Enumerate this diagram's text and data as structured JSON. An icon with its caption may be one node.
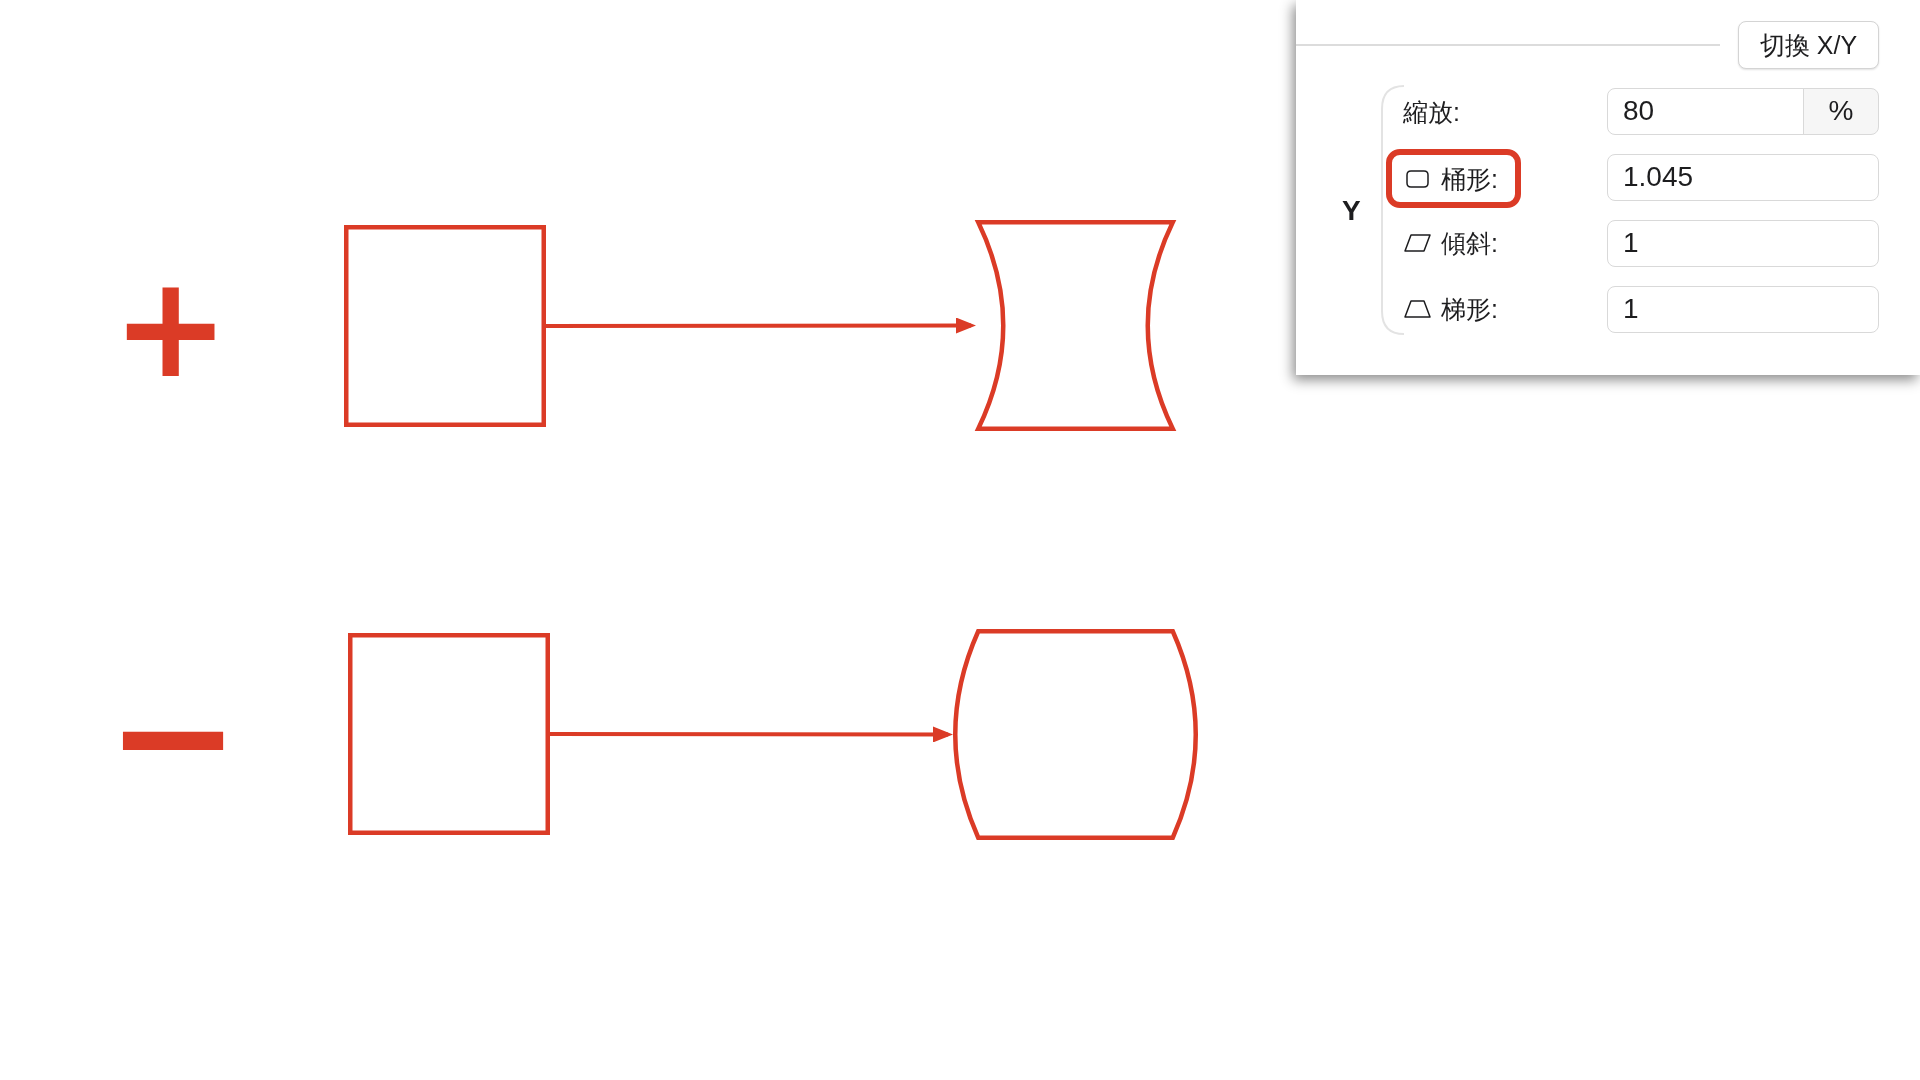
{
  "diagram": {
    "nodes": [
      {
        "text": [],
        "shape": "box"
      },
      {
        "text": [],
        "shape": "pincushion"
      },
      {
        "text": [],
        "shape": "box"
      },
      {
        "text": [],
        "shape": "barrel"
      },
      {
        "text": [
          "桶形:"
        ]
      }
    ],
    "edges": [
      {
        "from": 0,
        "to": 1,
        "arrow": "to"
      },
      {
        "from": 2,
        "to": 3,
        "arrow": "to"
      }
    ],
    "labels": [
      "+",
      "−",
      "切換 X/Y",
      "Y",
      "縮放:",
      "80",
      "%",
      "1.045",
      "傾斜:",
      "1",
      "梯形:",
      "1"
    ]
  }
}
